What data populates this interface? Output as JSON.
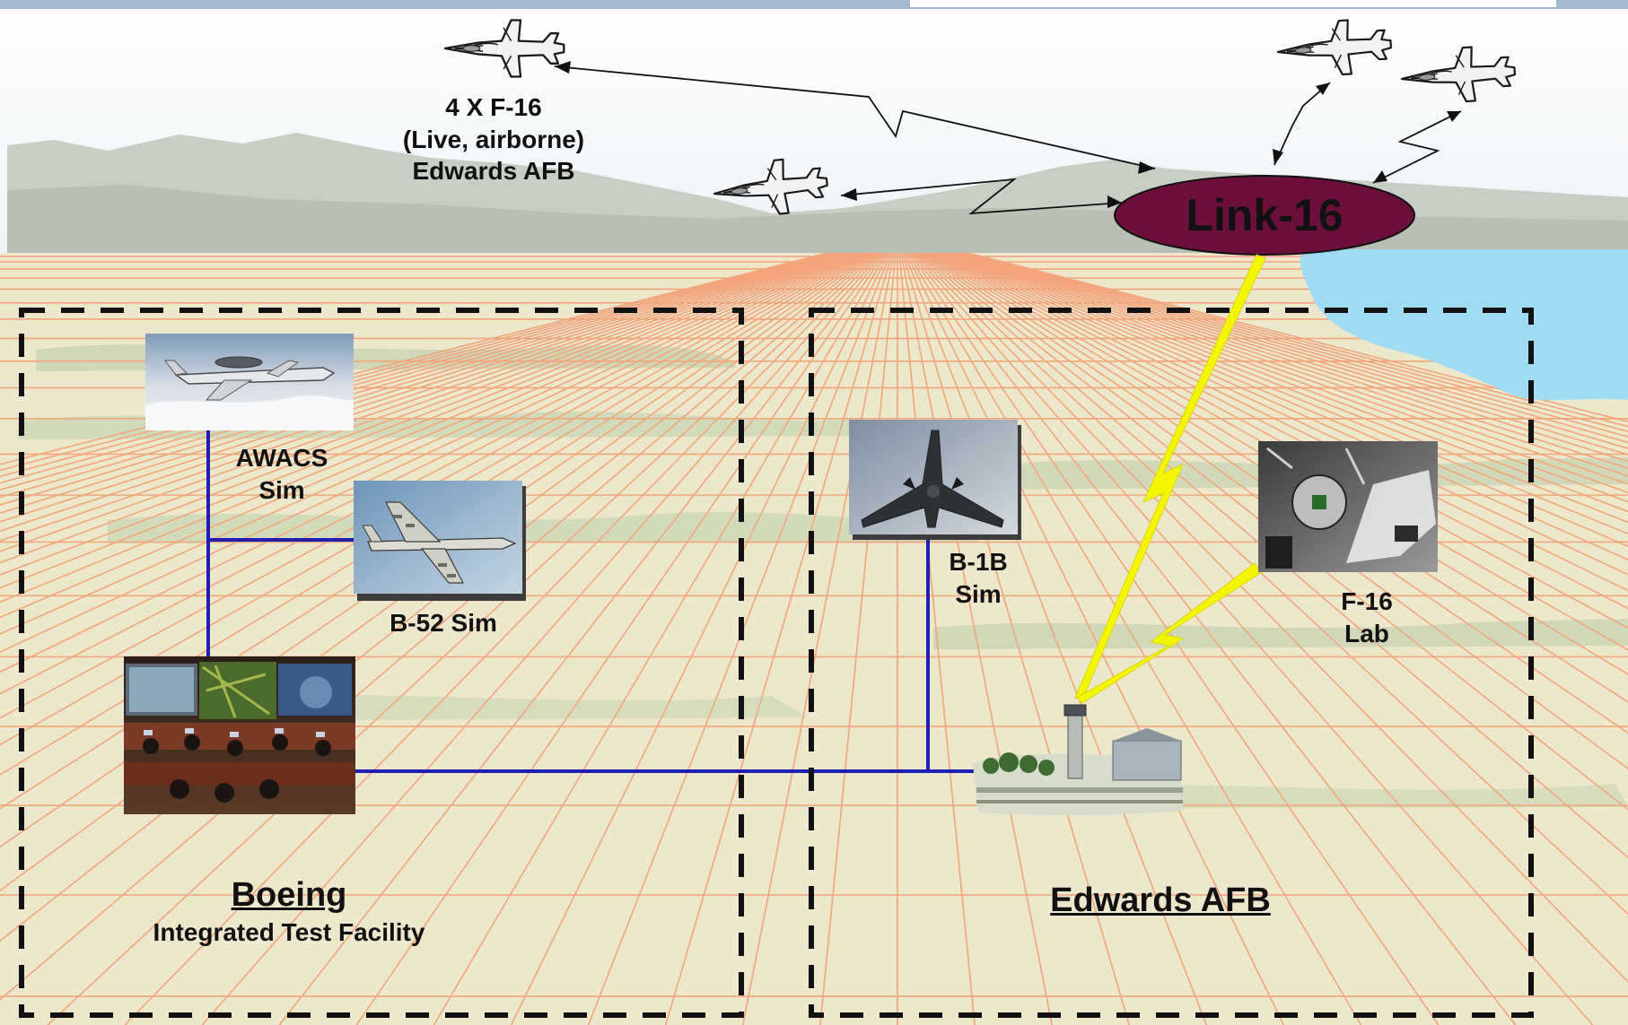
{
  "link_node": {
    "label": "Link-16",
    "fill": "#6d0f3c"
  },
  "live_aircraft": {
    "lines": [
      "4 X F-16",
      "(Live, airborne)",
      "Edwards AFB"
    ]
  },
  "nodes": {
    "awacs": [
      "AWACS",
      "Sim"
    ],
    "b52": [
      "B-52 Sim"
    ],
    "b1b": [
      "B-1B",
      "Sim"
    ],
    "f16_lab": [
      "F-16",
      "Lab"
    ]
  },
  "regions": {
    "boeing": {
      "title": "Boeing",
      "subtitle": "Integrated Test Facility"
    },
    "edwards": {
      "title": "Edwards AFB"
    }
  },
  "colors": {
    "sky": "#f4f7fa",
    "mountains": "#c9d0c6",
    "ground": "#ede7cc",
    "grid": "#f3a47c",
    "water": "#9fdcf4",
    "network_line": "#1f1fb2",
    "rf_link": "#f5f500",
    "boundary": "#111111"
  },
  "icons": [
    "f16-jet-icon",
    "awacs-photo",
    "b52-photo",
    "ops-center-photo",
    "b1b-photo",
    "f16-lab-photo",
    "control-tower-photo"
  ]
}
